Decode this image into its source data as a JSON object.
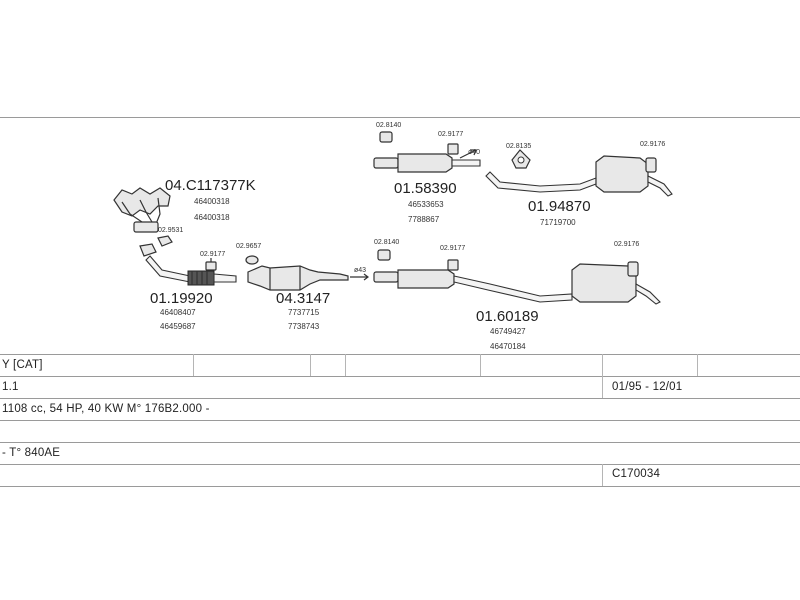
{
  "diagram": {
    "manifold": {
      "code": "04.C117377K",
      "refs": [
        "46400318",
        "46400318"
      ]
    },
    "manifold_gasket": {
      "code": "02.9531"
    },
    "front_pipe": {
      "code": "01.19920",
      "refs": [
        "46408407",
        "46459687"
      ]
    },
    "front_clamp": {
      "code": "02.9177"
    },
    "cat_gasket": {
      "code": "02.9657"
    },
    "catalyst": {
      "code": "04.3147",
      "refs": [
        "7737715",
        "7738743"
      ]
    },
    "cat_diameter": {
      "label": "ø43"
    },
    "upper_center": {
      "code": "01.58390",
      "refs": [
        "46533653",
        "7788867"
      ]
    },
    "upper_mount_a": {
      "code": "02.8140"
    },
    "upper_clamp": {
      "code": "02.9177"
    },
    "upper_diameter": {
      "label": "ø40"
    },
    "upper_mount_b": {
      "code": "02.8135"
    },
    "upper_rear": {
      "code": "01.94870",
      "refs": [
        "71719700"
      ]
    },
    "upper_mount_c": {
      "code": "02.9176"
    },
    "lower_mount_a": {
      "code": "02.8140"
    },
    "lower_clamp": {
      "code": "02.9177"
    },
    "lower_mount_c": {
      "code": "02.9176"
    },
    "lower_assembly": {
      "code": "01.60189",
      "refs": [
        "46749427",
        "46470184"
      ]
    }
  },
  "table": {
    "model": "Y [CAT]",
    "engine": "1.1",
    "period": "01/95 - 12/01",
    "spec": "1108 cc, 54 HP, 40 KW M° 176B2.000 -",
    "type": "- T° 840AE",
    "catalog_code": "C170034"
  }
}
